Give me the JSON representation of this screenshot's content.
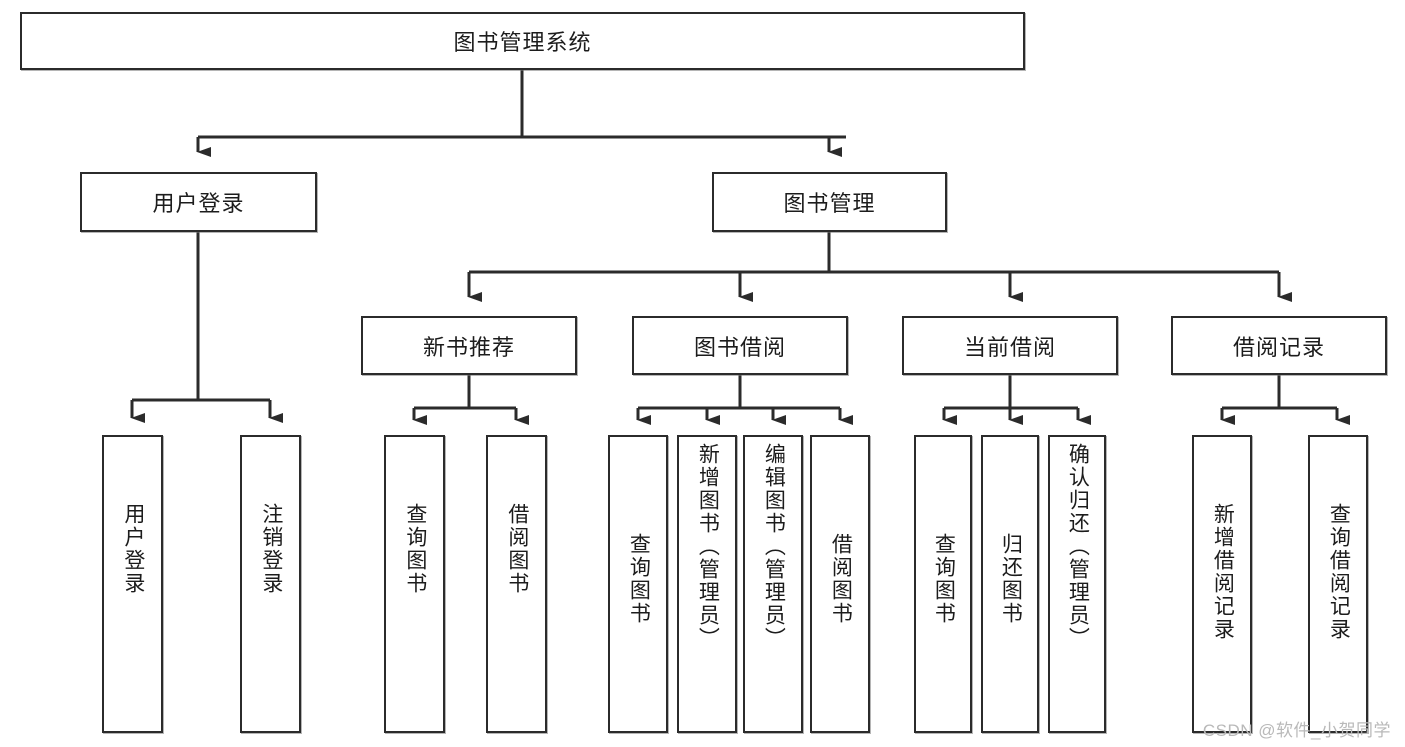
{
  "diagram": {
    "title_node": {
      "label": "图书管理系统"
    },
    "level2": [
      {
        "id": "user-login",
        "label": "用户登录"
      },
      {
        "id": "book-management",
        "label": "图书管理"
      }
    ],
    "level3": [
      {
        "id": "new-book-recommend",
        "label": "新书推荐"
      },
      {
        "id": "book-borrow",
        "label": "图书借阅"
      },
      {
        "id": "current-borrow",
        "label": "当前借阅"
      },
      {
        "id": "borrow-record",
        "label": "借阅记录"
      }
    ],
    "leaves": {
      "user_login": [
        {
          "id": "leaf-user-login",
          "label": "用户登录"
        },
        {
          "id": "leaf-logout-login",
          "label": "注销登录"
        }
      ],
      "new_book_recommend": [
        {
          "id": "leaf-query-book-1",
          "label": "查询图书"
        },
        {
          "id": "leaf-borrow-book-1",
          "label": "借阅图书"
        }
      ],
      "book_borrow": [
        {
          "id": "leaf-query-book-2",
          "label": "查询图书"
        },
        {
          "id": "leaf-add-book",
          "label": "新增图书（管理员）"
        },
        {
          "id": "leaf-edit-book",
          "label": "编辑图书（管理员）"
        },
        {
          "id": "leaf-borrow-book-2",
          "label": "借阅图书"
        }
      ],
      "current_borrow": [
        {
          "id": "leaf-query-book-3",
          "label": "查询图书"
        },
        {
          "id": "leaf-return-book",
          "label": "归还图书"
        },
        {
          "id": "leaf-confirm-return",
          "label": "确认归还（管理员）"
        }
      ],
      "borrow_record": [
        {
          "id": "leaf-add-record",
          "label": "新增借阅记录"
        },
        {
          "id": "leaf-query-record",
          "label": "查询借阅记录"
        }
      ]
    }
  },
  "watermark": {
    "text": "CSDN @软件_小贺同学"
  },
  "colors": {
    "box_border": "#2b2b2b",
    "box_fill": "#ffffff",
    "connector": "#2b2b2b",
    "text": "#1c1c1c",
    "watermark": "#b9b9b9"
  }
}
